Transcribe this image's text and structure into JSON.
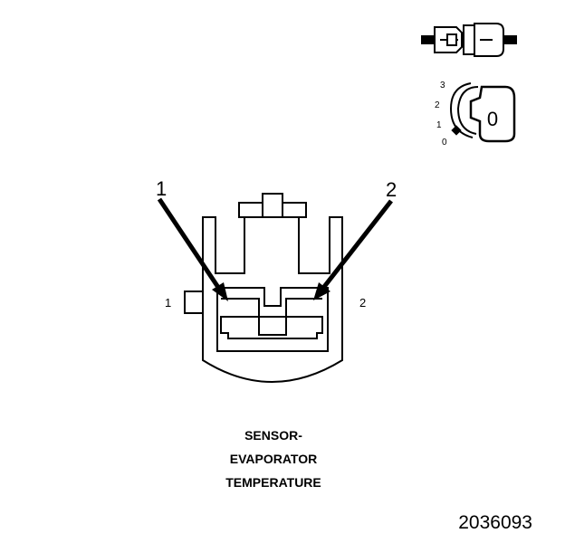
{
  "diagram": {
    "callouts": {
      "left": "1",
      "right": "2"
    },
    "pin_labels": {
      "left": "1",
      "right": "2"
    },
    "caption": {
      "line1": "SENSOR-",
      "line2": "EVAPORATOR",
      "line3": "TEMPERATURE"
    },
    "figure_number": "2036093",
    "key_icon": {
      "positions": [
        "3",
        "2",
        "1",
        "0"
      ],
      "key_glyph": "0"
    }
  }
}
